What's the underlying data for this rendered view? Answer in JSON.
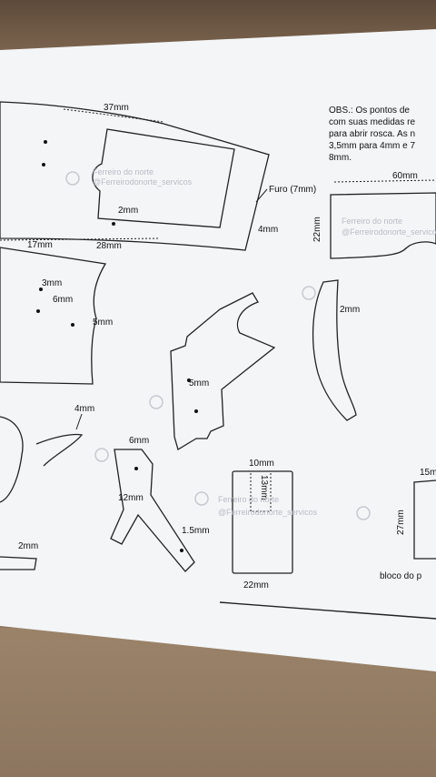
{
  "notes": {
    "line1": "OBS.: Os pontos de",
    "line2": "com suas medidas re",
    "line3": "para abrir rosca. As n",
    "line4": "3,5mm para 4mm e 7",
    "line5": "8mm."
  },
  "dimensions": {
    "d37": "37mm",
    "d2a": "2mm",
    "furo": "Furo (7mm)",
    "d4a": "4mm",
    "d17": "17mm",
    "d28": "28mm",
    "d60": "60mm",
    "d22v": "22mm",
    "d3": "3mm",
    "d6a": "6mm",
    "d5a": "5mm",
    "d2b": "2mm",
    "d5b": "5mm",
    "d4b": "4mm",
    "d6b": "6mm",
    "d12": "12mm",
    "d15": "1.5mm",
    "d10": "10mm",
    "d13": "13mm",
    "d22": "22mm",
    "d15r": "15m",
    "d27": "27mm",
    "d2c": "2mm"
  },
  "labels": {
    "bloco": "bloco do p"
  },
  "watermarks": {
    "w1": "Ferreiro do norte",
    "w2": "@Ferreirodonorte_servicos"
  }
}
